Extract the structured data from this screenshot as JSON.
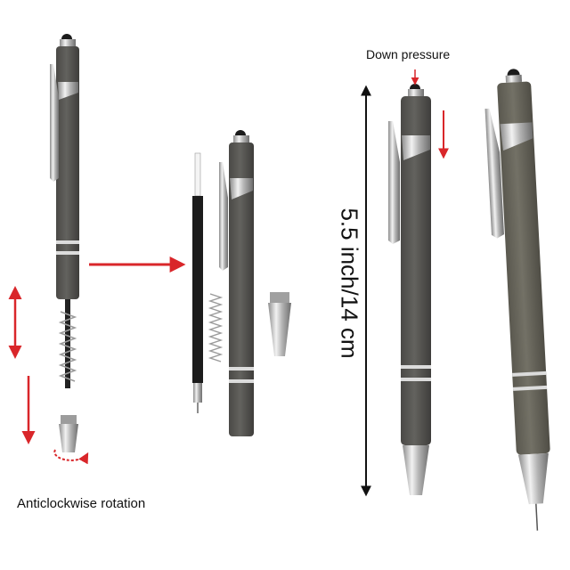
{
  "labels": {
    "down_pressure": "Down pressure",
    "rotation": "Anticlockwise rotation",
    "size": "5.5 inch/14 cm"
  },
  "colors": {
    "pen_body": "#5b5a57",
    "pen_body_olive": "#6e6c62",
    "chrome": "#c9c9c9",
    "arrow_red": "#d9262a",
    "stylus_tip": "#1b1b1b",
    "refill": "#1c1c1c"
  },
  "icons": [
    "pen-stylus-icon",
    "spring-icon",
    "refill-icon",
    "arrow-icon",
    "rotation-arrow-icon"
  ]
}
